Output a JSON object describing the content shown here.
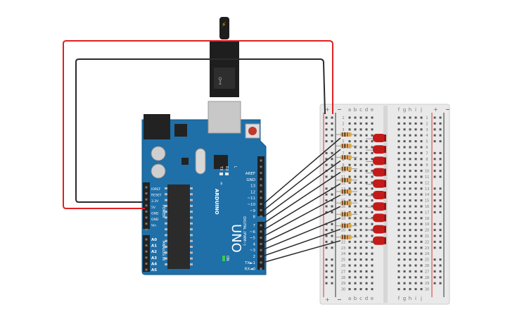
{
  "arduino": {
    "brand": "ARDUINO",
    "model": "UNO",
    "on_label": "ON",
    "tx_label": "TX",
    "rx_label": "RX",
    "l_label": "L",
    "power_header": "POWER",
    "analog_header": "ANALOG IN",
    "digital_header": "DIGITAL (PWM~)",
    "power_pins": [
      "IOREF",
      "RESET",
      "3.3V",
      "5V",
      "GND",
      "GND",
      "Vin"
    ],
    "analog_pins": [
      "A0",
      "A1",
      "A2",
      "A3",
      "A4",
      "A5"
    ],
    "top_pins": [
      "AREF",
      "GND",
      "13",
      "12",
      "~11",
      "~10",
      "~9",
      "8"
    ],
    "bottom_pins": [
      "7",
      "~6",
      "~5",
      "4",
      "~3",
      "2",
      "TX►1",
      "RX◄0"
    ]
  },
  "breadboard": {
    "columns_left": [
      "a",
      "b",
      "c",
      "d",
      "e"
    ],
    "columns_right": [
      "f",
      "g",
      "h",
      "i",
      "j"
    ],
    "rows": [
      "1",
      "2",
      "3",
      "4",
      "5",
      "6",
      "7",
      "8",
      "9",
      "10",
      "11",
      "12",
      "13",
      "14",
      "15",
      "16",
      "17",
      "18",
      "19",
      "20",
      "21",
      "22",
      "23",
      "24",
      "25",
      "26",
      "27",
      "28",
      "29",
      "30"
    ],
    "plus": "+",
    "minus": "−"
  },
  "colors": {
    "board": "#1f6fa8",
    "wire_red": "#e02020",
    "wire_black": "#2a2a2a",
    "led": "#c41a1a",
    "breadboard": "#e9e9e9"
  },
  "leds": 10,
  "resistors": 10
}
